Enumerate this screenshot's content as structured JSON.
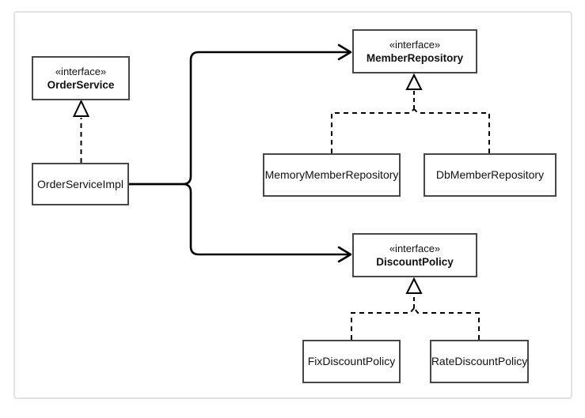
{
  "diagram": {
    "kind": "uml-class-diagram",
    "nodes": {
      "order_service": {
        "stereotype": "«interface»",
        "name": "OrderService"
      },
      "order_service_impl": {
        "name": "OrderServiceImpl"
      },
      "member_repository": {
        "stereotype": "«interface»",
        "name": "MemberRepository"
      },
      "memory_member_repository": {
        "name": "MemoryMemberRepository"
      },
      "db_member_repository": {
        "name": "DbMemberRepository"
      },
      "discount_policy": {
        "stereotype": "«interface»",
        "name": "DiscountPolicy"
      },
      "fix_discount_policy": {
        "name": "FixDiscountPolicy"
      },
      "rate_discount_policy": {
        "name": "RateDiscountPolicy"
      }
    },
    "edges": [
      {
        "from": "OrderServiceImpl",
        "to": "OrderService",
        "type": "realization-dashed-hollow-triangle"
      },
      {
        "from": "OrderServiceImpl",
        "to": "MemberRepository",
        "type": "directed-association-solid-open-arrow"
      },
      {
        "from": "OrderServiceImpl",
        "to": "DiscountPolicy",
        "type": "directed-association-solid-open-arrow"
      },
      {
        "from": "MemoryMemberRepository",
        "to": "MemberRepository",
        "type": "realization-dashed-hollow-triangle"
      },
      {
        "from": "DbMemberRepository",
        "to": "MemberRepository",
        "type": "realization-dashed-hollow-triangle"
      },
      {
        "from": "FixDiscountPolicy",
        "to": "DiscountPolicy",
        "type": "realization-dashed-hollow-triangle"
      },
      {
        "from": "RateDiscountPolicy",
        "to": "DiscountPolicy",
        "type": "realization-dashed-hollow-triangle"
      }
    ],
    "colors": {
      "line": "#000000",
      "box_border": "#474747",
      "box_fill": "#ffffff",
      "frame_border": "#e2e2e2",
      "background": "#ffffff",
      "text": "#111111"
    }
  }
}
